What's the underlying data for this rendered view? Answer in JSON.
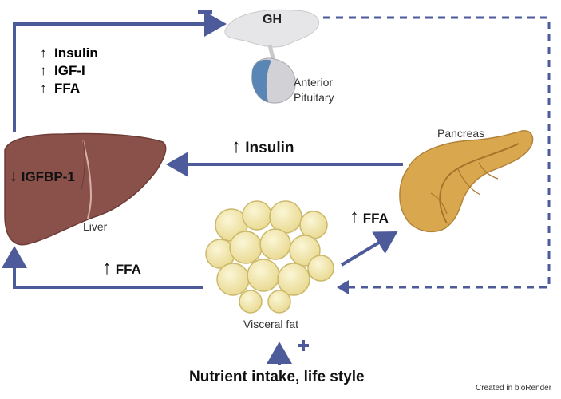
{
  "labels": {
    "gh": "GH",
    "anterior": "Anterior",
    "pituitary": "Pituitary",
    "pancreas": "Pancreas",
    "liver": "Liver",
    "visceral_fat": "Visceral fat",
    "igfbp1": "IGFBP-1",
    "minus": "−",
    "plus": "+",
    "nutrient": "Nutrient intake, life style",
    "created": "Created in bioRender"
  },
  "top_left_list": [
    {
      "arrow": "↑",
      "text": "Insulin"
    },
    {
      "arrow": "↑",
      "text": "IGF-I"
    },
    {
      "arrow": "↑",
      "text": "FFA"
    }
  ],
  "pancreas_to_liver": {
    "arrow": "↑",
    "text": "Insulin"
  },
  "fat_to_pancreas": {
    "arrow": "↑",
    "text": "FFA"
  },
  "fat_to_liver": {
    "arrow": "↑",
    "text": "FFA"
  },
  "igfbp_arrow": "↓",
  "colors": {
    "pathway": "#4d5b9a",
    "liver": "#8a514a",
    "pancreas": "#d9a84e",
    "fat": "#f0e4a8",
    "pituitary": "#5a86b5"
  }
}
